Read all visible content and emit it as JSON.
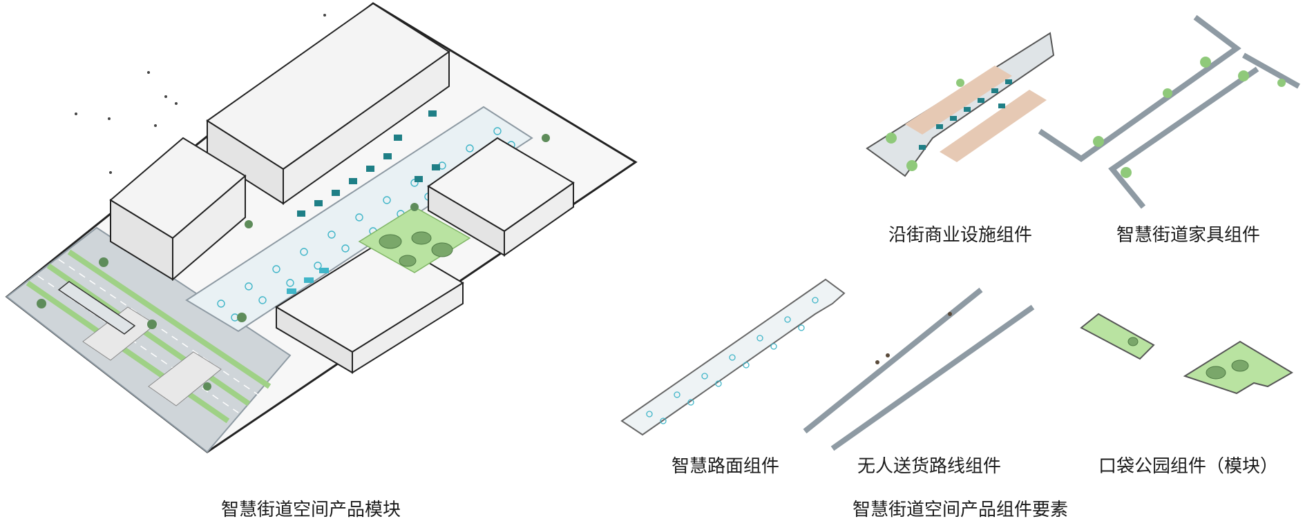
{
  "left": {
    "caption": "智慧街道空间产品模块"
  },
  "right": {
    "caption": "智慧街道空间产品组件要素",
    "components": [
      {
        "label": "沿街商业设施组件"
      },
      {
        "label": "智慧街道家具组件"
      },
      {
        "label": "智慧路面组件"
      },
      {
        "label": "无人送货路线组件"
      },
      {
        "label": "口袋公园组件（模块）"
      }
    ]
  },
  "colors": {
    "building": "#f4f4f4",
    "building_side": "#e2e2e2",
    "road": "#c9cfd3",
    "road_dark": "#8e9aa3",
    "green": "#b9e3a1",
    "tree": "#5e8c5a",
    "teal": "#1f7f86",
    "cyan": "#3fb5c8",
    "pavement": "#e6c9b4",
    "line": "#222222"
  }
}
